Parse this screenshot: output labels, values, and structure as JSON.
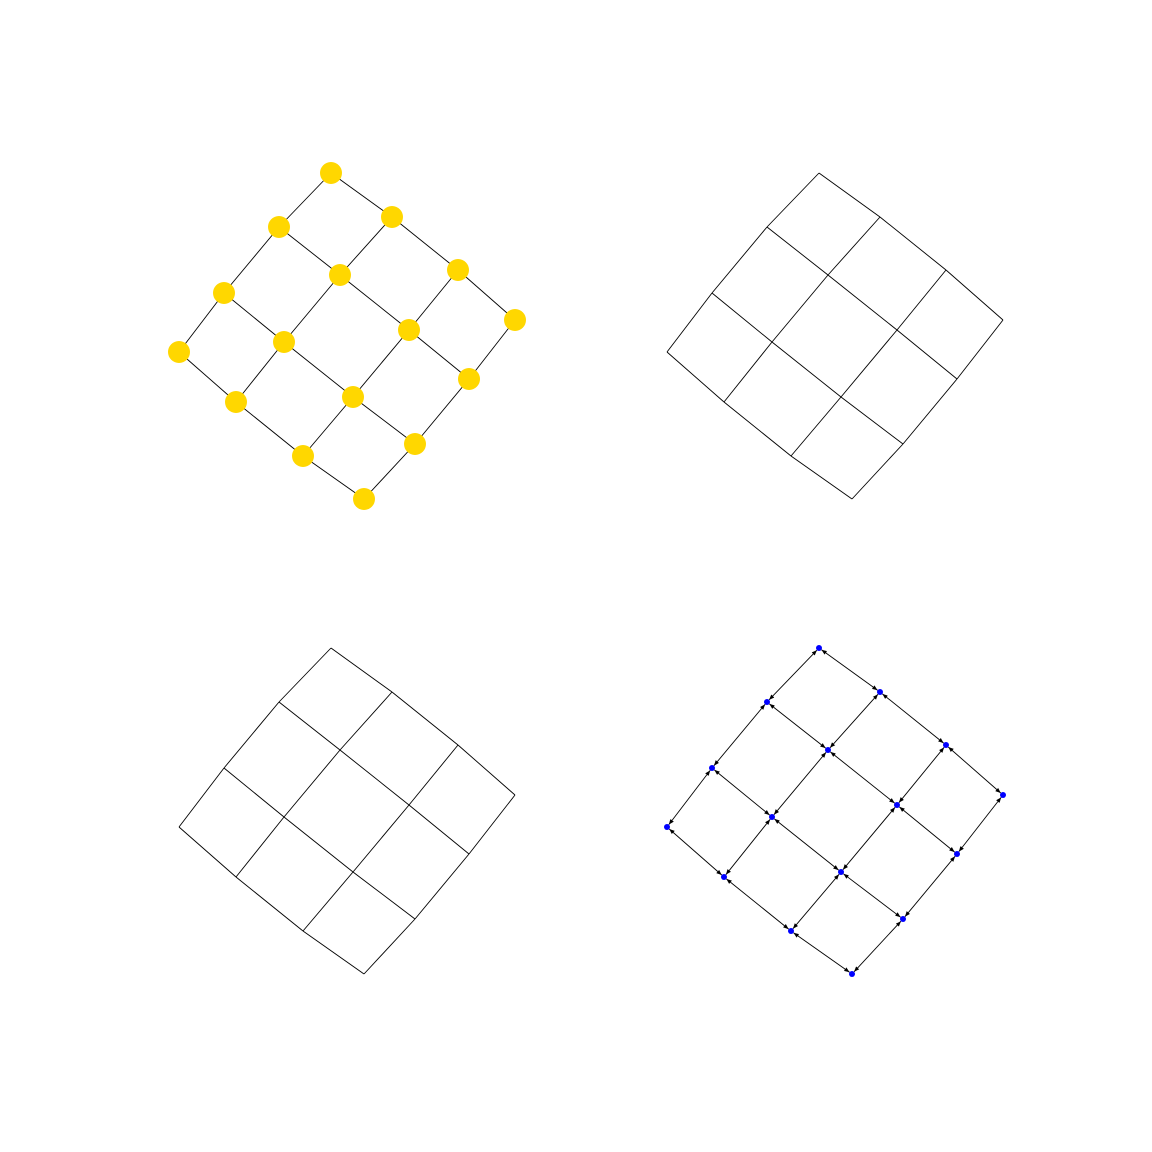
{
  "figure": {
    "background": "#ffffff",
    "grid": {
      "rows": 4,
      "cols": 4
    },
    "panels": [
      {
        "id": "panel-top-left",
        "node_style": "large-dot",
        "node_color": "#ffd700",
        "edge_style": "line",
        "edge_color": "#000000"
      },
      {
        "id": "panel-top-right",
        "node_style": "none",
        "edge_style": "line",
        "edge_color": "#000000"
      },
      {
        "id": "panel-bottom-left",
        "node_style": "none",
        "edge_style": "line",
        "edge_color": "#000000"
      },
      {
        "id": "panel-bottom-right",
        "node_style": "small-dot",
        "node_color": "#0000ff",
        "edge_style": "arrow-both",
        "edge_color": "#000000"
      }
    ]
  }
}
